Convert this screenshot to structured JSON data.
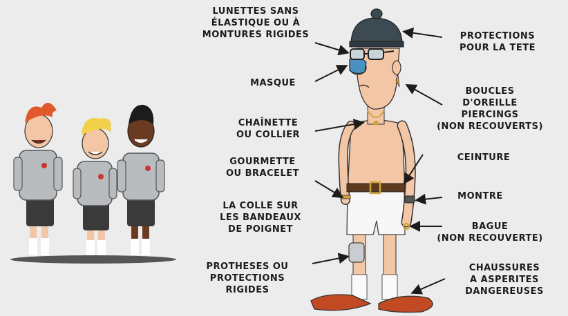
{
  "colors": {
    "background": "#ececec",
    "text": "#1c1c1c",
    "skin": "#f3c6a6",
    "shirt": "#b9bcbf",
    "shorts": "#3a3a3a",
    "hair_red": "#e0592a",
    "hair_blonde": "#f2d04a",
    "cap": "#3d4a52",
    "underwear": "#f7f7f7",
    "shoes": "#c24a22"
  },
  "labels": {
    "glasses": [
      "LUNETTES SANS",
      "ÉLASTIQUE OU À",
      "MONTURES RIGIDES"
    ],
    "mask": [
      "MASQUE"
    ],
    "chain": [
      "CHAÎNETTE",
      "OU COLLIER"
    ],
    "bracelet": [
      "GOURMETTE",
      "OU BRACELET"
    ],
    "tape": [
      "LA COLLE SUR",
      "LES BANDEAUX",
      "DE POIGNET"
    ],
    "prosthesis": [
      "PROTHESES OU",
      "PROTECTIONS",
      "RIGIDES"
    ],
    "head": [
      "PROTECTIONS",
      "POUR LA TETE"
    ],
    "earrings": [
      "BOUCLES",
      "D'OREILLE",
      "PIERCINGS",
      "(NON RECOUVERTS)"
    ],
    "belt": [
      "CEINTURE"
    ],
    "watch": [
      "MONTRE"
    ],
    "ring": [
      "BAGUE",
      "(NON RECOUVERTE)"
    ],
    "shoes": [
      "CHAUSSURES",
      "A ASPERITES",
      "DANGEREUSES"
    ]
  },
  "icons": {
    "players_group": "three-players-illustration",
    "main_figure": "player-with-forbidden-items-illustration"
  }
}
